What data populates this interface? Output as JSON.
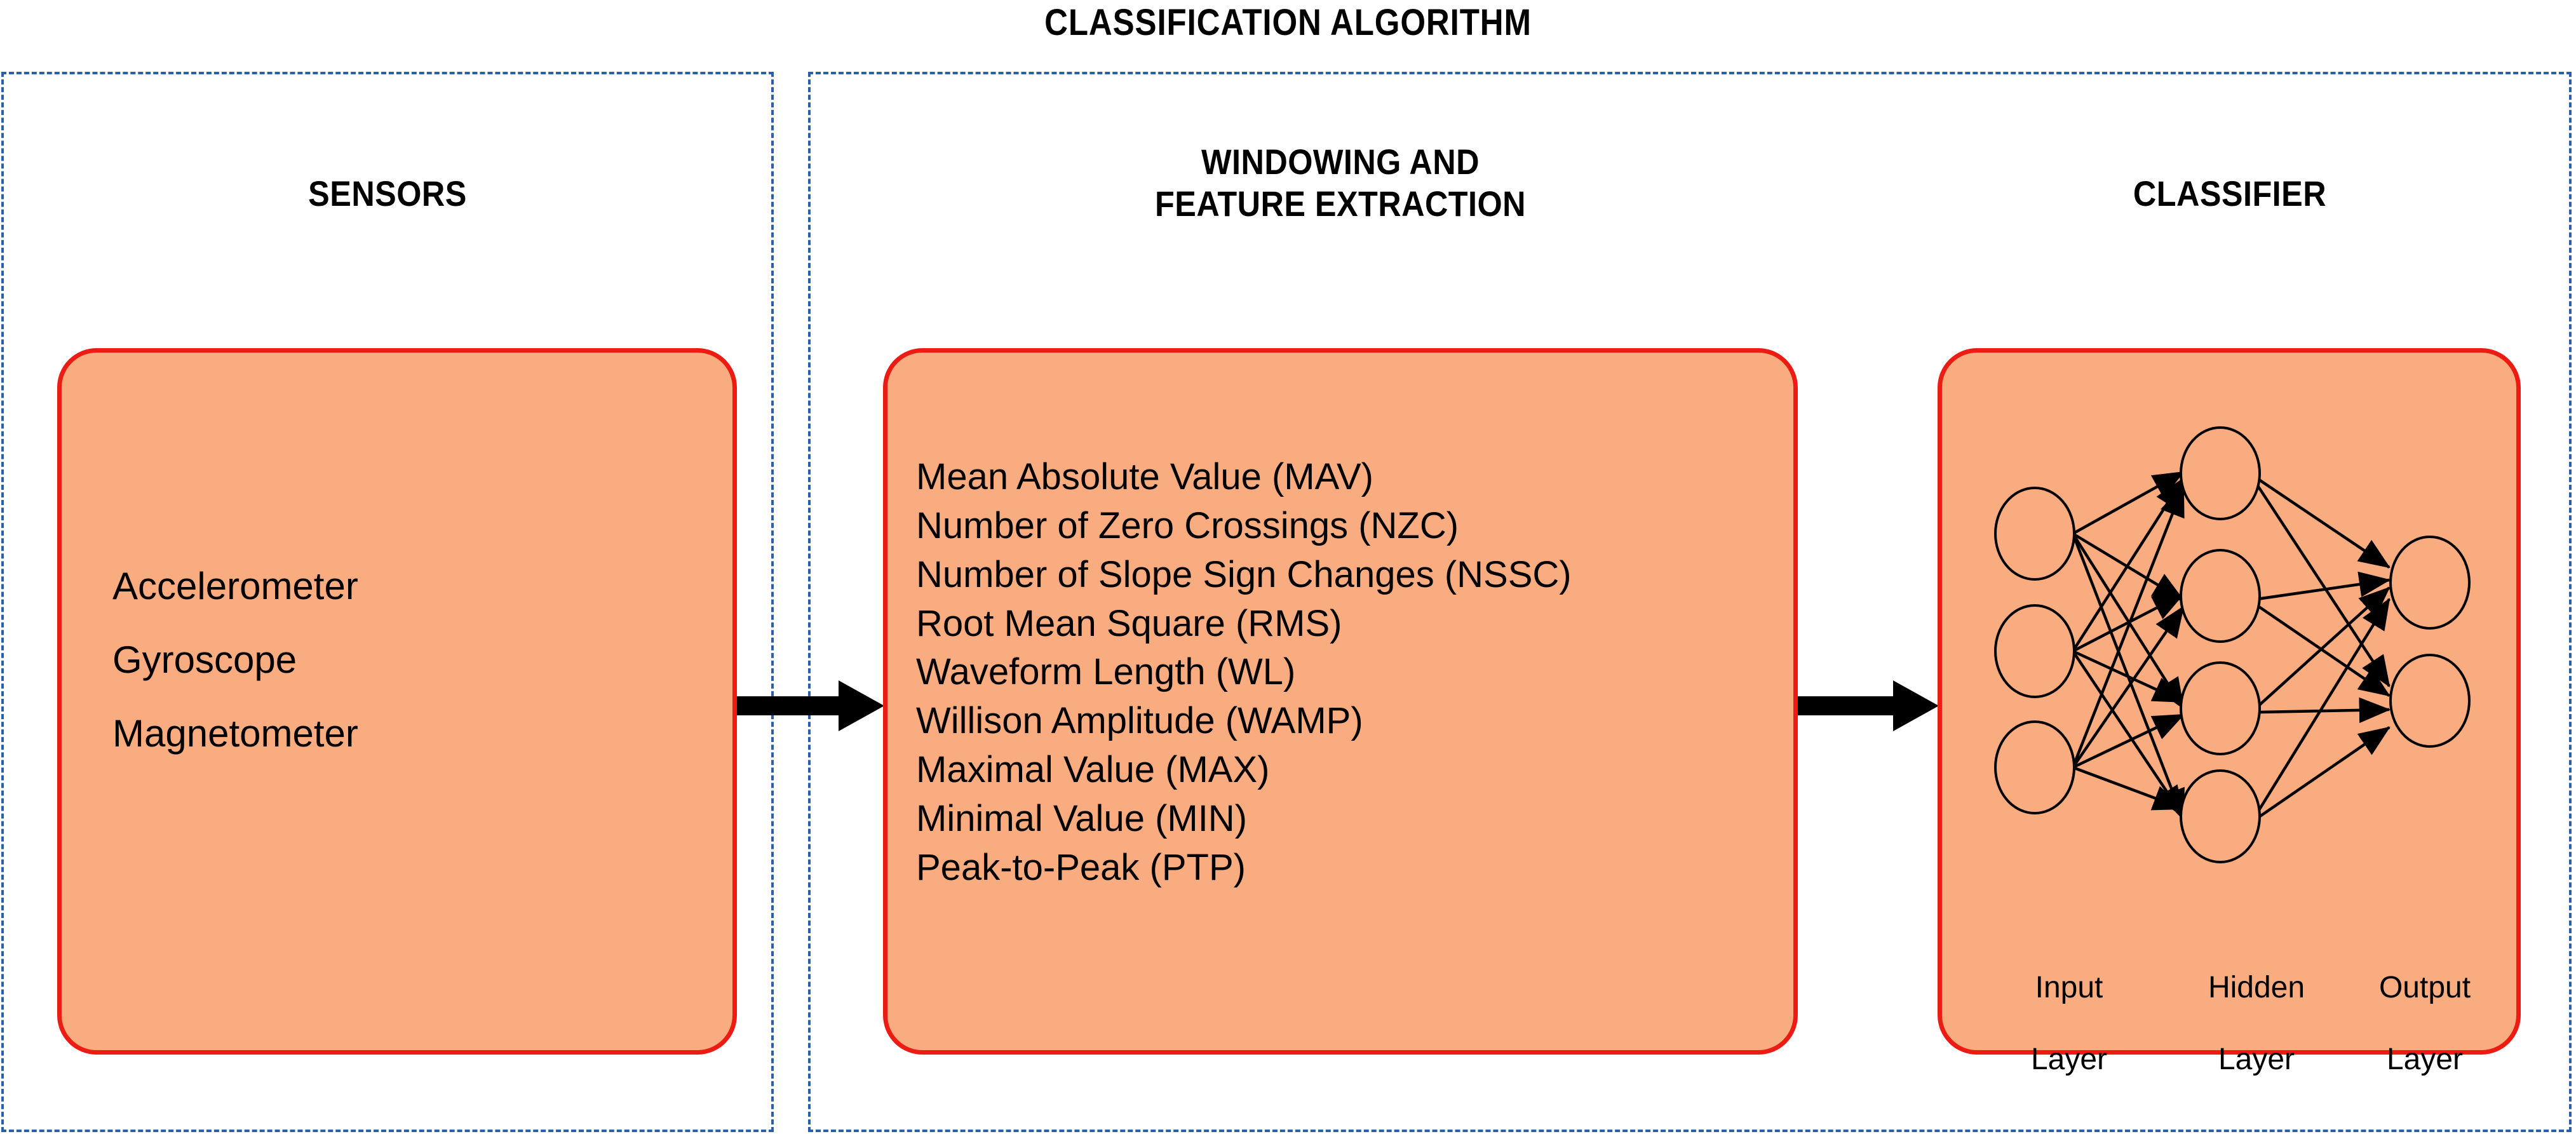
{
  "title": "CLASSIFICATION ALGORITHM",
  "stages": {
    "sensors": {
      "heading": "SENSORS",
      "items": [
        "Accelerometer",
        "Gyroscope",
        "Magnetometer"
      ]
    },
    "features": {
      "heading": "WINDOWING AND\nFEATURE EXTRACTION",
      "heading_line1": "WINDOWING AND",
      "heading_line2": "FEATURE EXTRACTION",
      "items": [
        "Mean Absolute Value (MAV)",
        "Number of Zero Crossings (NZC)",
        "Number of Slope Sign Changes (NSSC)",
        "Root Mean Square (RMS)",
        "Waveform Length (WL)",
        "Willison Amplitude (WAMP)",
        "Maximal Value (MAX)",
        "Minimal Value (MIN)",
        "Peak-to-Peak (PTP)"
      ]
    },
    "classifier": {
      "heading": "CLASSIFIER",
      "network": {
        "input_label_line1": "Input",
        "input_label_line2": "Layer",
        "hidden_label_line1": "Hidden",
        "hidden_label_line2": "Layer",
        "output_label_line1": "Output",
        "output_label_line2": "Layer",
        "input_nodes": 3,
        "hidden_nodes": 4,
        "output_nodes": 2
      }
    }
  },
  "arrows": [
    {
      "name": "sensors-to-features",
      "direction": "right"
    },
    {
      "name": "features-to-classifier",
      "direction": "right"
    }
  ],
  "colors": {
    "panel_fill": "#F8AC7F",
    "panel_border": "#EC1C14",
    "container_border": "#2A5FAA",
    "text": "#000000",
    "background": "#FFFFFF"
  }
}
